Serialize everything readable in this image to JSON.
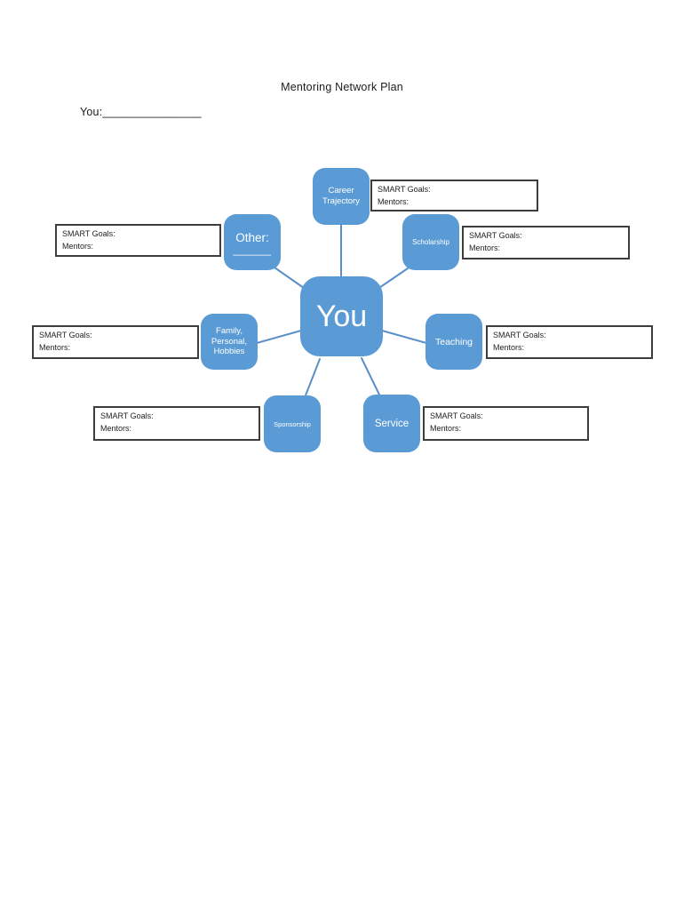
{
  "page": {
    "title": "Mentoring Network Plan",
    "you_label": "You:",
    "you_blank": "________________"
  },
  "center_node": {
    "label": "You"
  },
  "nodes": [
    {
      "id": "career-trajectory",
      "lines": [
        "Career",
        "Trajectory"
      ]
    },
    {
      "id": "other",
      "lines": [
        "Other:"
      ],
      "blank_line": "______"
    },
    {
      "id": "scholarship",
      "lines": [
        "Scholarship"
      ]
    },
    {
      "id": "family-personal-hobbies",
      "lines": [
        "Family,",
        "Personal,",
        "Hobbies"
      ]
    },
    {
      "id": "teaching",
      "lines": [
        "Teaching"
      ]
    },
    {
      "id": "sponsorship",
      "lines": [
        "Sponsorship"
      ]
    },
    {
      "id": "service",
      "lines": [
        "Service"
      ]
    }
  ],
  "goal_box": {
    "goals_label": "SMART Goals:",
    "mentors_label": "Mentors:"
  },
  "colors": {
    "page_bg": "#FFFFFF",
    "node_fill": "#5B9BD5",
    "node_text": "#FFFFFF",
    "connector": "#5B8FC9",
    "box_border": "#3D3D3D",
    "text": "#1B1B1B"
  }
}
